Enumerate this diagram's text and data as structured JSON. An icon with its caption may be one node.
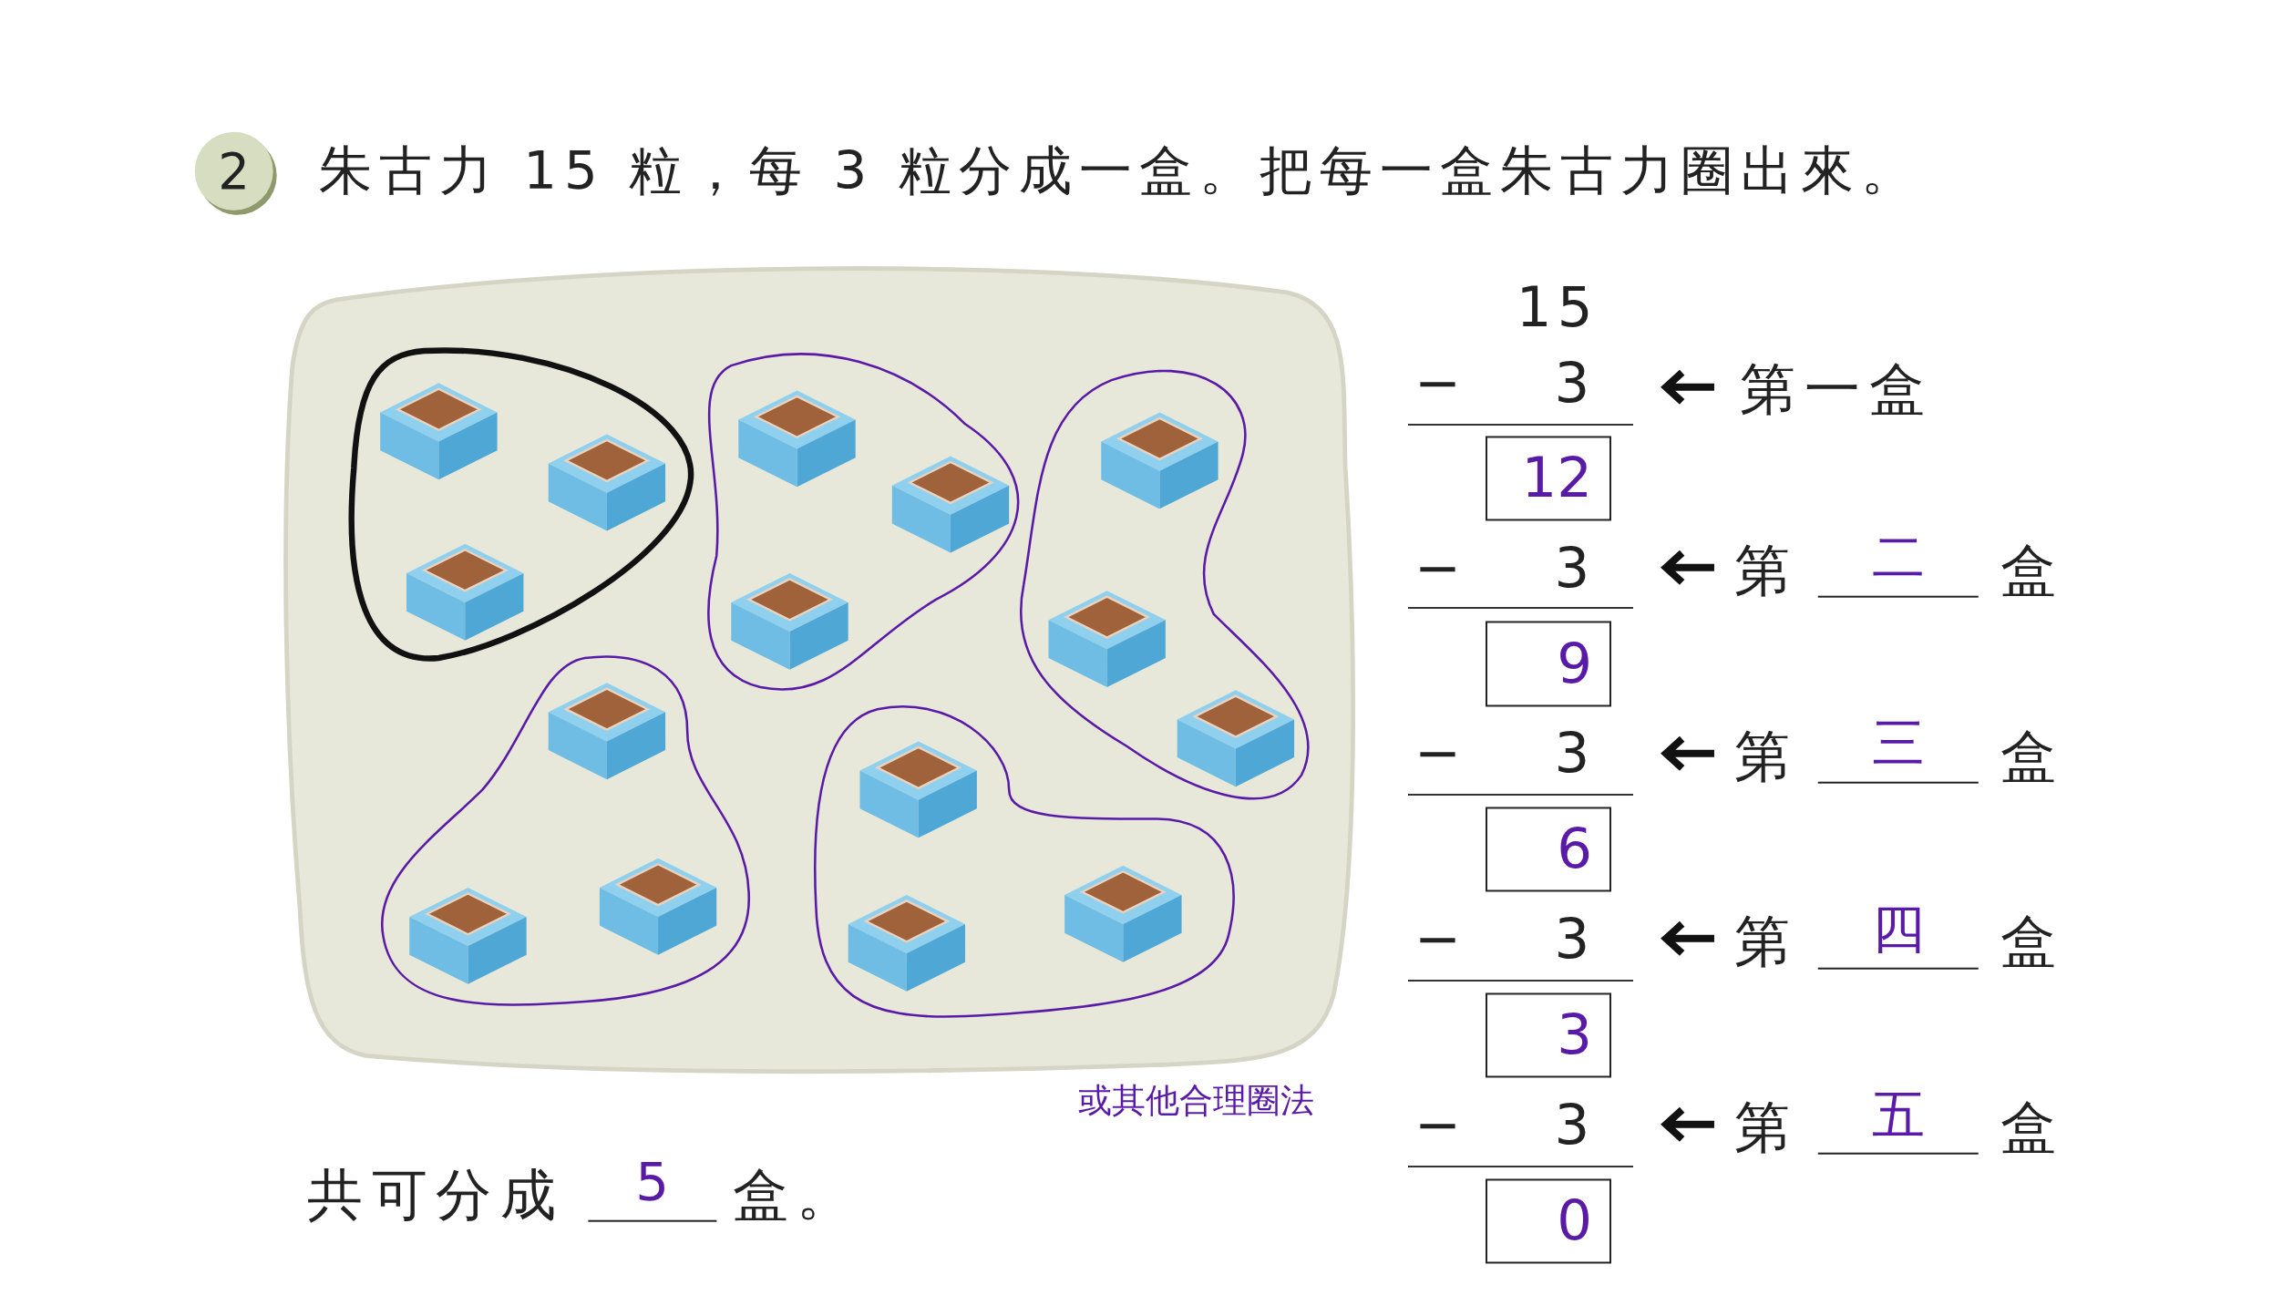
{
  "diagram": {
    "title": "朱古力 15 粒，每 3 粒分成一盒。把每一盒朱古力圈出來。",
    "labels": [
      "2",
      "15",
      "−",
      "3",
      "第一盒",
      "12",
      "−",
      "3",
      "第",
      "二",
      "盒",
      "9",
      "−",
      "3",
      "第",
      "三",
      "盒",
      "6",
      "−",
      "3",
      "第",
      "四",
      "盒",
      "3",
      "−",
      "3",
      "第",
      "五",
      "盒",
      "0",
      "或其他合理圈法",
      "共可分成",
      "5",
      "盒。"
    ]
  }
}
